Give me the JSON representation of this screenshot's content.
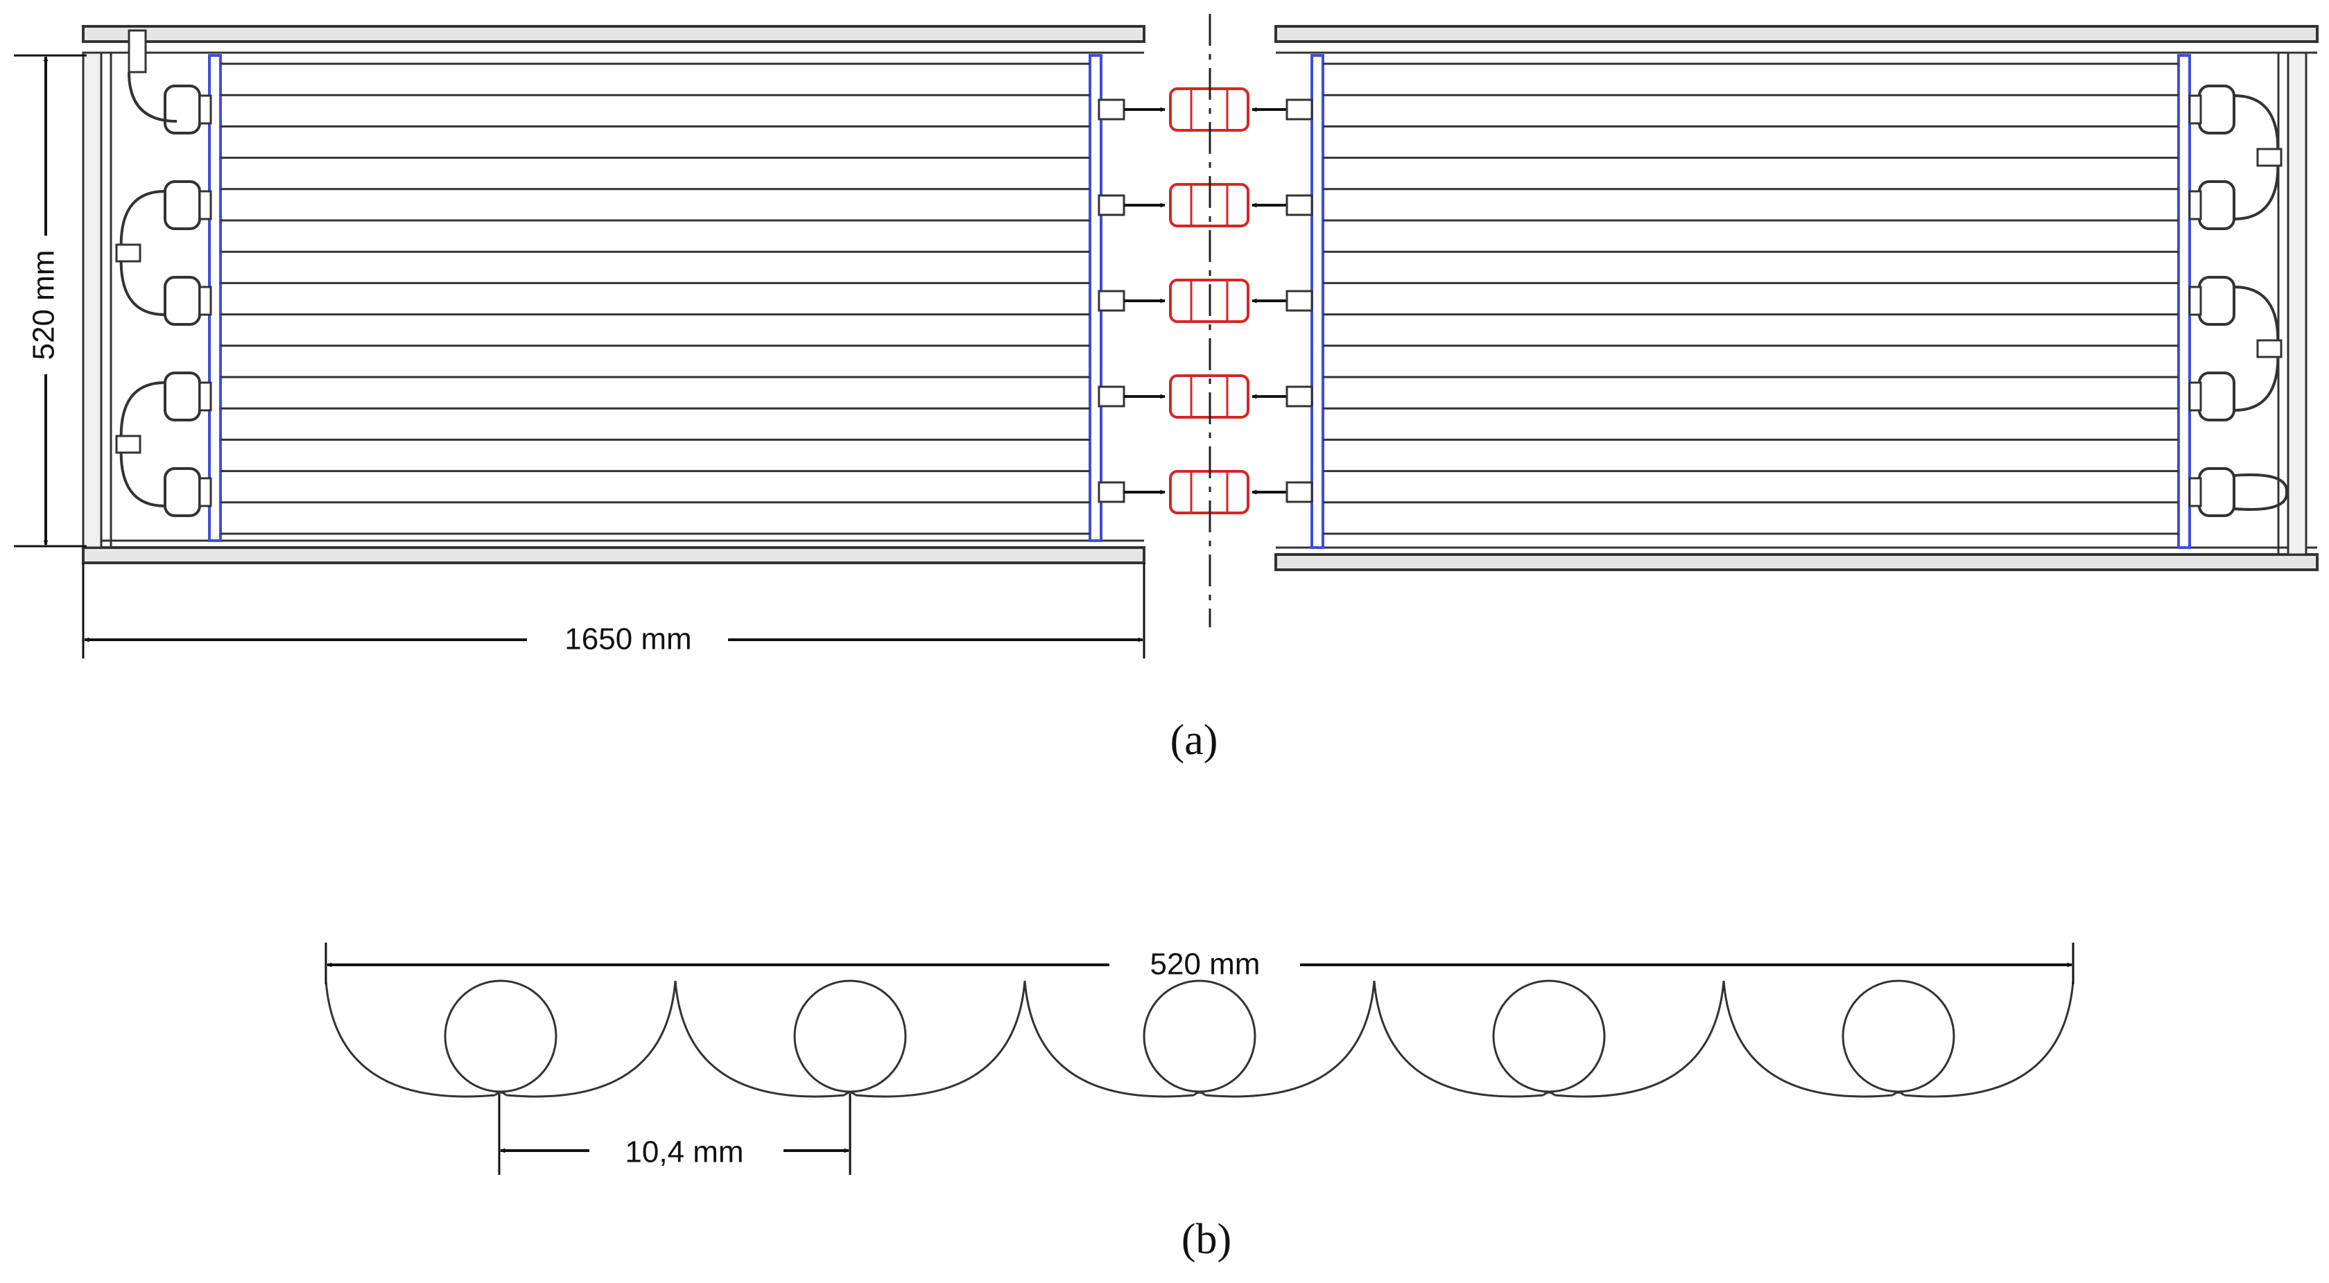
{
  "figure_a": {
    "caption": "(a)",
    "height_label": "520 mm",
    "length_label": "1650 mm",
    "tube_count": 16,
    "connector_count": 5
  },
  "figure_b": {
    "caption": "(b)",
    "width_label": "520 mm",
    "spacing_label": "10,4 mm",
    "tube_count": 5
  },
  "colors": {
    "line": "#333333",
    "dim_line": "#111111",
    "header_blue": "#3f4fd8",
    "connector_red": "#d62626"
  }
}
